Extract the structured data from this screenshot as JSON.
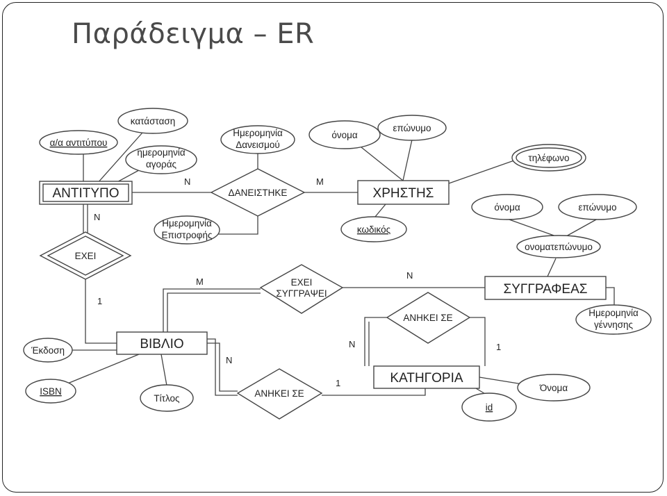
{
  "title": "Παράδειγμα – ER",
  "entities": {
    "antitypo": "ΑΝΤΙΤΥΠΟ",
    "xristis": "ΧΡΗΣΤΗΣ",
    "syggrafeas": "ΣΥΓΓΡΑΦΕΑΣ",
    "vivlio": "ΒΙΒΛΙΟ",
    "katigoria": "ΚΑΤΗΓΟΡΙΑ"
  },
  "relationships": {
    "daneistike": "ΔΑΝΕΙΣΤΗΚΕ",
    "exei": "ΕΧΕΙ",
    "exei_syggrapsei_1": "ΕΧΕΙ",
    "exei_syggrapsei_2": "ΣΥΓΓΡΑΨΕΙ",
    "anikei_se_kat": "ΑΝΗΚΕΙ ΣΕ",
    "anikei_se_vivlio": "ΑΝΗΚΕΙ ΣΕ"
  },
  "attributes": {
    "katastasi": "κατάσταση",
    "aa_antitypou": "α/α αντιτύπου",
    "imerominia_agoras_1": "ημερομηνία",
    "imerominia_agoras_2": "αγοράς",
    "imer_daneismou_1": "Ημερομηνία",
    "imer_daneismou_2": "Δανεισμού",
    "imer_epistrofis_1": "Ημερομηνία",
    "imer_epistrofis_2": "Επιστροφής",
    "onoma_xristi": "όνομα",
    "eponymo_xristi": "επώνυμο",
    "tilefono": "τηλέφωνο",
    "kodikos": "κωδικός",
    "onoma_syggr": "όνομα",
    "eponymo_syggr": "επώνυμο",
    "onomateponymo": "ονοματεπώνυμο",
    "imer_gennisis_1": "Ημερομηνία",
    "imer_gennisis_2": "γέννησης",
    "ekdosi": "Έκδοση",
    "isbn": "ISBN",
    "titlos": "Τίτλος",
    "onoma_kat": "Όνομα",
    "id": "id"
  },
  "cardinalities": {
    "antitypo_daneistike": "N",
    "daneistike_xristis": "M",
    "antitypo_exei": "N",
    "exei_vivlio": "1",
    "vivlio_exei_syggrapsei": "M",
    "exei_syggrapsei_syggrafeas": "N",
    "kat_anikei_left": "N",
    "kat_anikei_right": "1",
    "vivlio_anikei": "N",
    "anikei_katigoria": "1"
  }
}
